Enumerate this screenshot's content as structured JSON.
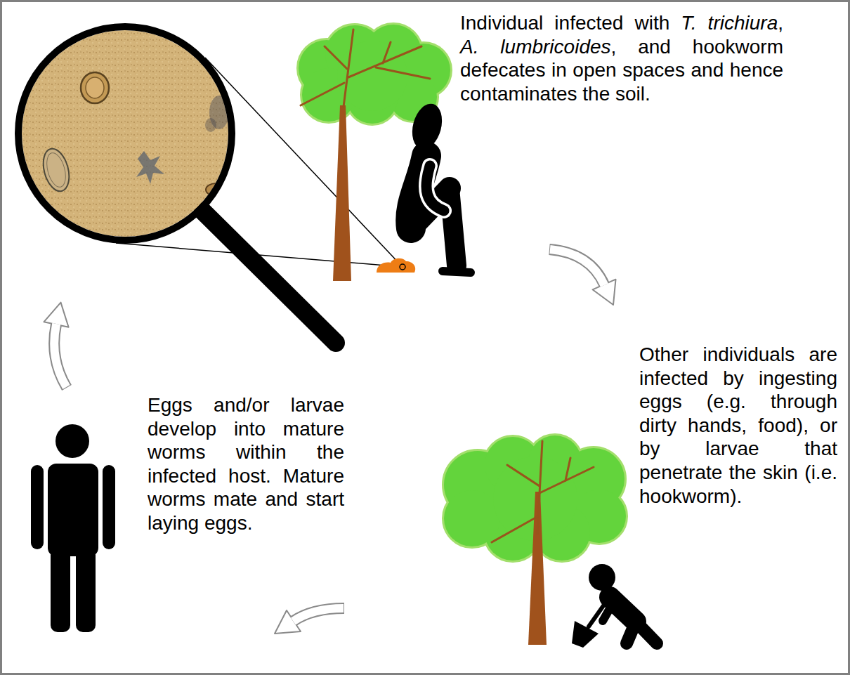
{
  "diagram": {
    "labels": [
      "Individual infected with T. trichiura, A. lumbricoides, and hookworm defecates in open spaces and hence contaminates the soil.",
      "Other individuals are infected by ingesting eggs (e.g. through dirty hands, food), or by larvae that penetrate the skin (i.e. hookworm).",
      "Eggs and/or larvae develop into mature worms within the infected host. Mature worms mate and start laying eggs."
    ]
  }
}
